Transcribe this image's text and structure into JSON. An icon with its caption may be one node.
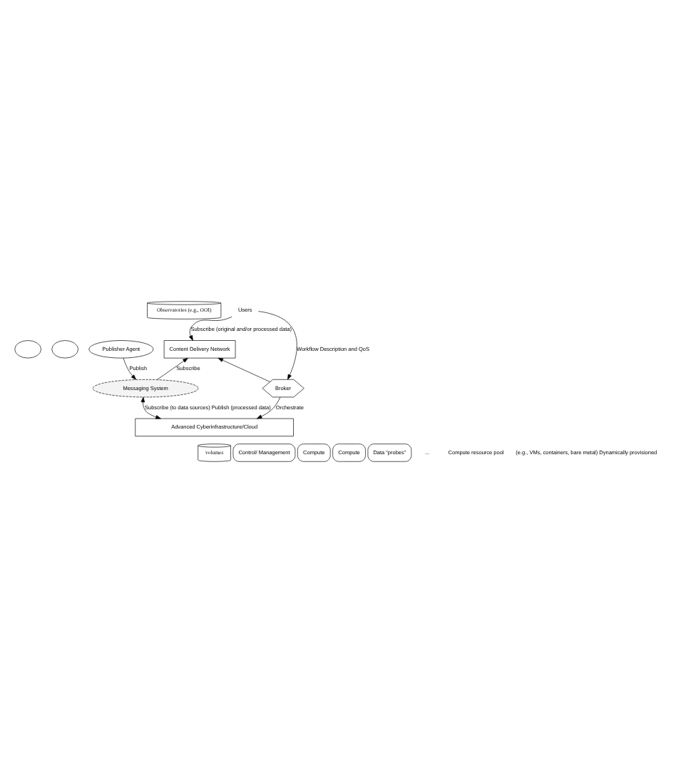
{
  "diagram": {
    "nodes": [
      {
        "text": [
          "Observatories (e.g., OOI)"
        ]
      },
      {
        "text": [],
        "shape": "ellipse"
      },
      {
        "text": [],
        "shape": "ellipse"
      },
      {
        "text": [
          "Publisher Agent"
        ]
      },
      {
        "text": [
          "Content Delivery Network"
        ]
      },
      {
        "text": [
          "Users"
        ]
      },
      {
        "text": [
          "Broker"
        ]
      },
      {
        "text": [
          "Messaging System"
        ]
      },
      {
        "text": [
          "Advanced Cyberinfrastructure/Cloud"
        ]
      },
      {
        "text": [
          "volumes"
        ]
      },
      {
        "text": [
          "Control/ Management"
        ]
      },
      {
        "text": [
          "Compute"
        ]
      },
      {
        "text": [
          "Compute"
        ]
      },
      {
        "text": [
          "Data “probes”"
        ]
      }
    ],
    "edges": [
      {
        "from": 5,
        "to": 4,
        "arrow": "to",
        "label": "Subscribe (original and/or processed data)"
      },
      {
        "from": 5,
        "to": 6,
        "arrow": "to",
        "label": "Workflow Description and QoS"
      },
      {
        "from": 6,
        "to": 4,
        "arrow": "to"
      },
      {
        "from": 3,
        "to": 7,
        "arrow": "to",
        "label": "Publish"
      },
      {
        "from": 7,
        "to": 4,
        "arrow": "to",
        "label": "Subscribe"
      },
      {
        "from": 7,
        "to": 8,
        "arrow": "both",
        "label": "Subscribe (to data sources) Publish (processed data)"
      },
      {
        "from": 6,
        "to": 8,
        "arrow": "to",
        "label": "Orchestrate"
      }
    ],
    "labels": [
      "...",
      "Compute resource pool",
      "(e.g., VMs, containers, bare metal) Dynamically provisioned"
    ]
  }
}
